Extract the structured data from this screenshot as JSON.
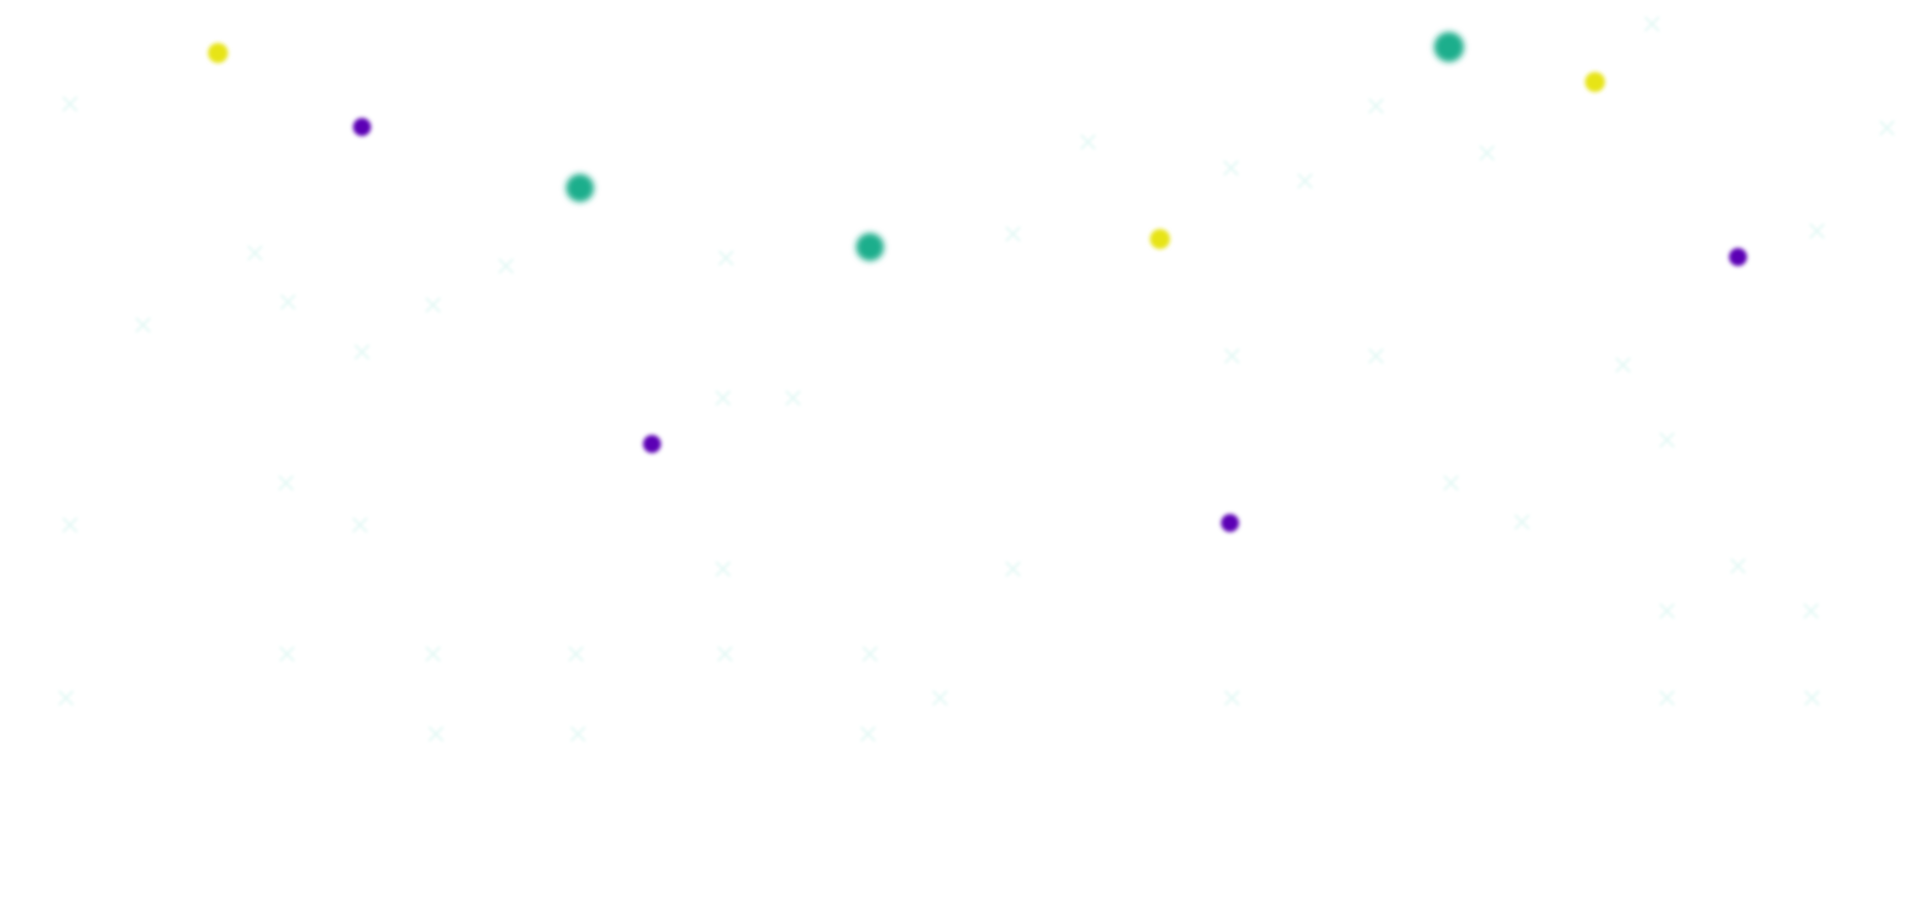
{
  "palette": {
    "background": "#ffffff",
    "yellow": "#e7e419",
    "purple": "#5b06b5",
    "teal": "#1fae8c",
    "faint_teal": "#c8f2ea"
  },
  "dots": [
    {
      "color": "yellow"
    },
    {
      "color": "purple"
    },
    {
      "color": "teal"
    },
    {
      "color": "teal"
    },
    {
      "color": "yellow"
    },
    {
      "color": "teal"
    },
    {
      "color": "yellow"
    },
    {
      "color": "purple"
    },
    {
      "color": "purple"
    },
    {
      "color": "purple"
    }
  ],
  "faint_marks": {
    "shape": "cross",
    "color": "faint_teal"
  }
}
